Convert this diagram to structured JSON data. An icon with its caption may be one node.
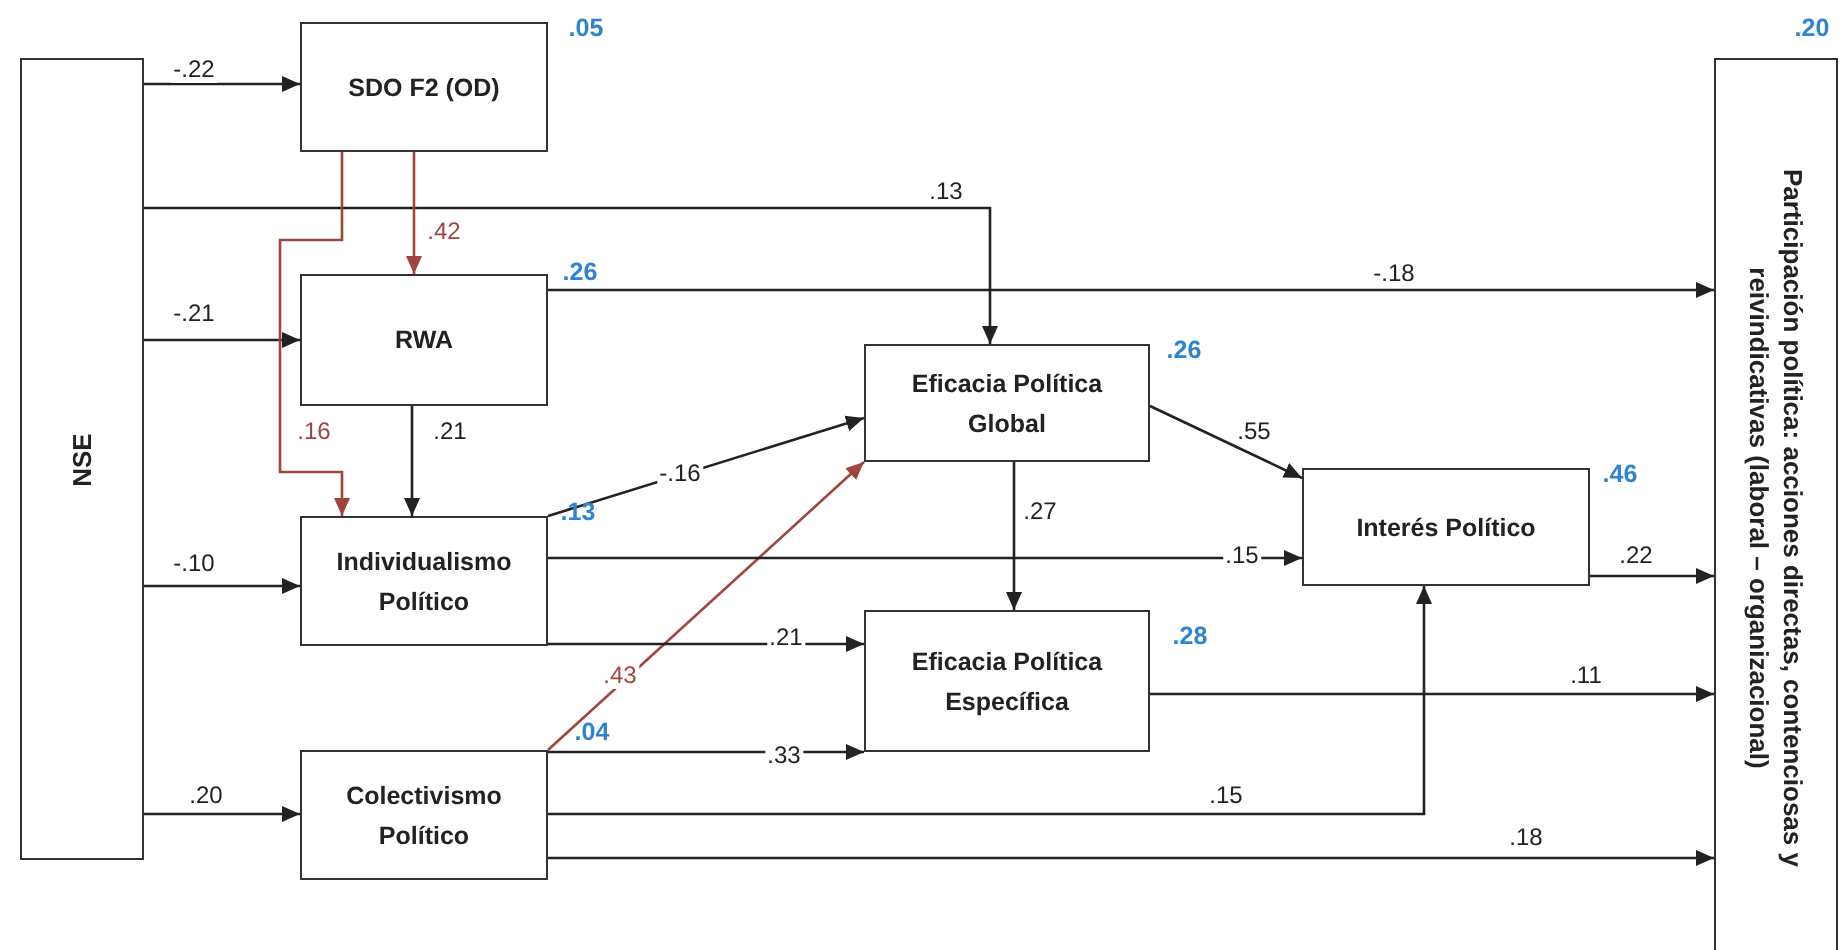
{
  "diagram": {
    "nodes": [
      {
        "text": [
          "NSE"
        ]
      },
      {
        "text": [
          "SDO F2 (OD)"
        ],
        "beside": [
          ".05"
        ]
      },
      {
        "text": [
          "RWA"
        ],
        "beside": [
          ".26"
        ]
      },
      {
        "text": [
          "Individualismo Político"
        ],
        "beside": [
          ".13"
        ]
      },
      {
        "text": [
          "Colectivismo Político"
        ],
        "beside": [
          ".04"
        ]
      },
      {
        "text": [
          "Eficacia Política Global"
        ],
        "beside": [
          ".26"
        ]
      },
      {
        "text": [
          "Eficacia Política Específica"
        ],
        "beside": [
          ".28"
        ]
      },
      {
        "text": [
          "Interés Político"
        ],
        "beside": [
          ".46"
        ]
      },
      {
        "text": [
          "Participación política: acciones directas, contenciosas y reivindicativas (laboral – organizacional)"
        ],
        "beside": [
          ".20"
        ]
      }
    ],
    "edges": [
      {
        "from": 0,
        "to": 1,
        "arrow": "to",
        "label": "-.22"
      },
      {
        "from": 0,
        "to": 2,
        "arrow": "to",
        "label": "-.21"
      },
      {
        "from": 0,
        "to": 3,
        "arrow": "to",
        "label": "-.10"
      },
      {
        "from": 0,
        "to": 4,
        "arrow": "to",
        "label": ".20"
      },
      {
        "from": 0,
        "to": 5,
        "arrow": "to",
        "label": ".13"
      },
      {
        "from": 2,
        "to": 8,
        "arrow": "to",
        "label": "-.18"
      },
      {
        "from": 1,
        "to": 2,
        "arrow": "to",
        "label": ".42",
        "color": "#a0443f"
      },
      {
        "from": 1,
        "to": 3,
        "arrow": "to",
        "label": ".16",
        "color": "#a0443f"
      },
      {
        "from": 2,
        "to": 3,
        "arrow": "to",
        "label": ".21"
      },
      {
        "from": 3,
        "to": 5,
        "arrow": "to",
        "label": "-.16"
      },
      {
        "from": 4,
        "to": 5,
        "arrow": "to",
        "label": ".43",
        "color": "#a0443f"
      },
      {
        "from": 3,
        "to": 7,
        "arrow": "to",
        "label": ".15"
      },
      {
        "from": 3,
        "to": 6,
        "arrow": "to",
        "label": ".21"
      },
      {
        "from": 4,
        "to": 6,
        "arrow": "to",
        "label": ".33"
      },
      {
        "from": 5,
        "to": 7,
        "arrow": "to",
        "label": ".55"
      },
      {
        "from": 5,
        "to": 6,
        "arrow": "to",
        "label": ".27"
      },
      {
        "from": 7,
        "to": 8,
        "arrow": "to",
        "label": ".22"
      },
      {
        "from": 6,
        "to": 8,
        "arrow": "to",
        "label": ".11"
      },
      {
        "from": 4,
        "to": 7,
        "arrow": "to",
        "label": ".15"
      },
      {
        "from": 4,
        "to": 8,
        "arrow": "to",
        "label": ".18"
      }
    ]
  }
}
